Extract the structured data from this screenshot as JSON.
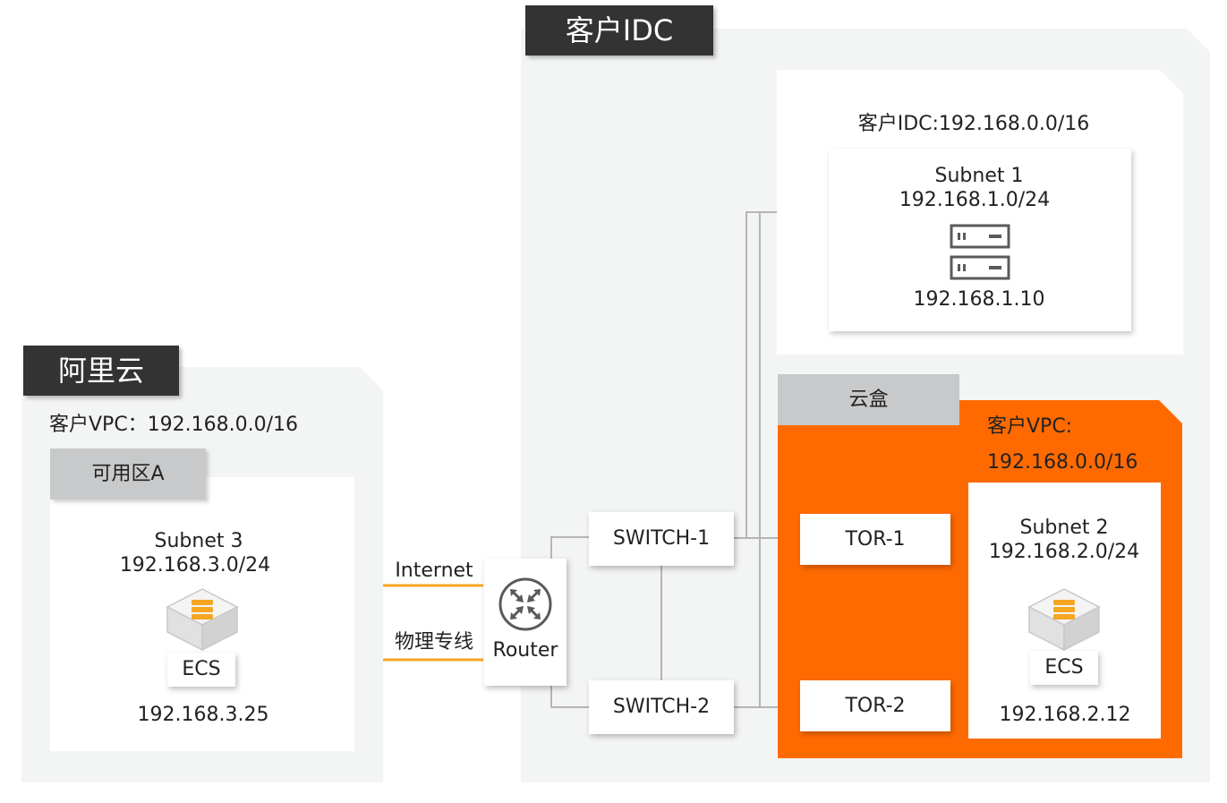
{
  "aliyun": {
    "title": "阿里云",
    "vpc_label": "客户VPC：192.168.0.0/16",
    "zone_label": "可用区A",
    "subnet_name": "Subnet 3",
    "subnet_cidr": "192.168.3.0/24",
    "ecs_label": "ECS",
    "ecs_ip": "192.168.3.25"
  },
  "links": {
    "internet": "Internet",
    "dedicated_line": "物理专线"
  },
  "router": {
    "label": "Router"
  },
  "idc": {
    "title": "客户IDC",
    "cidr_label": "客户IDC:192.168.0.0/16",
    "subnet_name": "Subnet 1",
    "subnet_cidr": "192.168.1.0/24",
    "server_ip": "192.168.1.10",
    "switch1": "SWITCH-1",
    "switch2": "SWITCH-2"
  },
  "cloudbox": {
    "title": "云盒",
    "vpc_label_1": "客户VPC:",
    "vpc_label_2": "192.168.0.0/16",
    "tor1": "TOR-1",
    "tor2": "TOR-2",
    "subnet_name": "Subnet 2",
    "subnet_cidr": "192.168.2.0/24",
    "ecs_label": "ECS",
    "ecs_ip": "192.168.2.12"
  },
  "colors": {
    "accent_orange": "#ff6a00",
    "link_yellow": "#f5a623",
    "dark_tab": "#333333",
    "line_grey": "#b5b5b5"
  }
}
